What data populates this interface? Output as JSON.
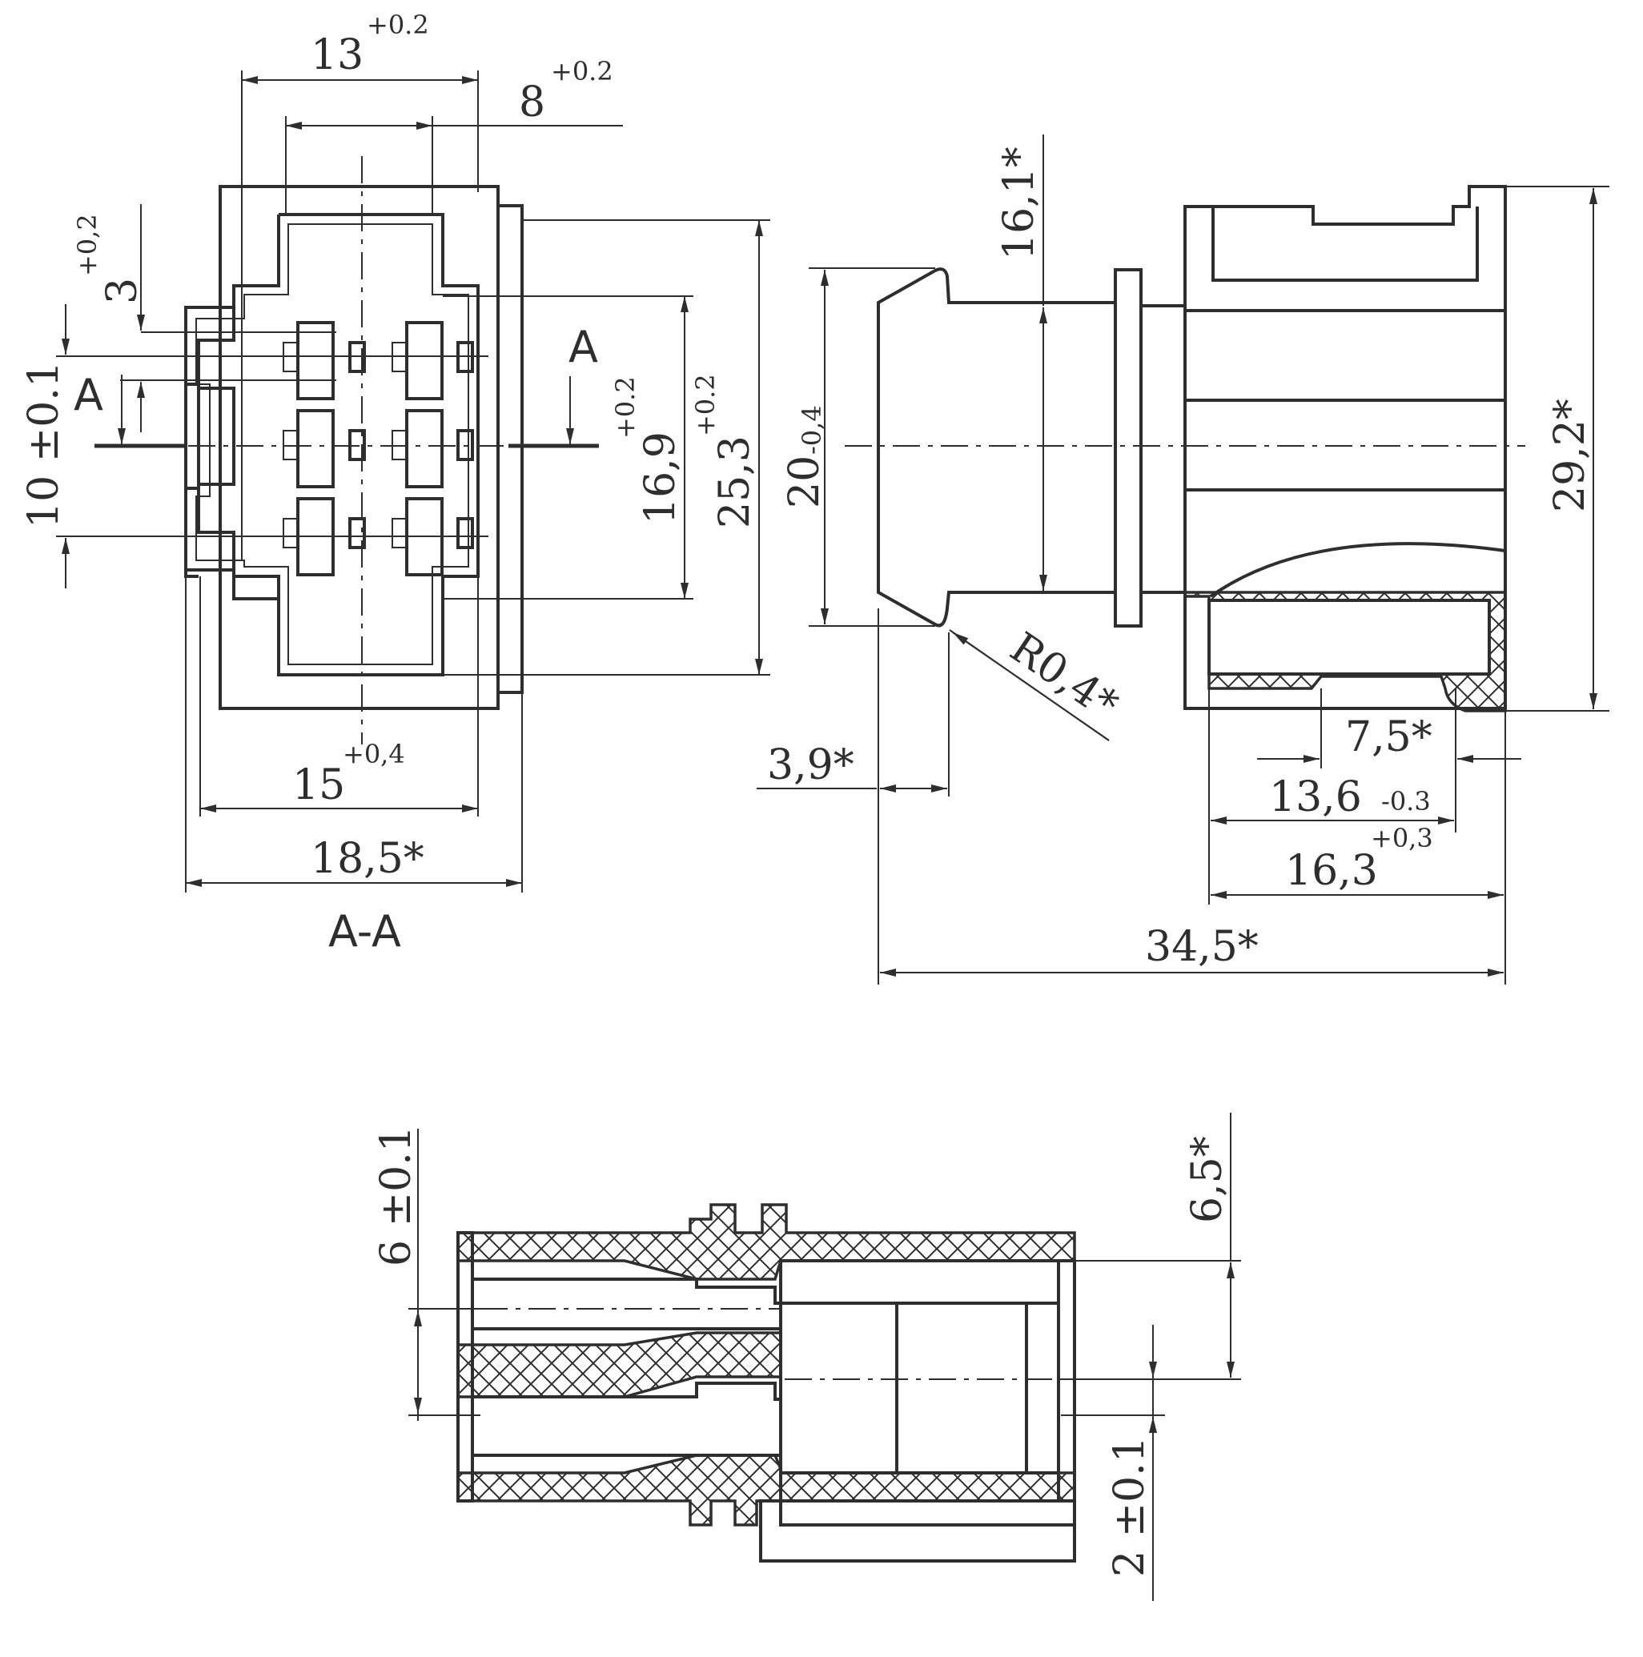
{
  "front_view": {
    "dim_width_13": "13",
    "tol_width_13": "+0.2",
    "dim_pitch_8": "8",
    "tol_pitch_8": "+0.2",
    "dim_slot_3": "3",
    "tol_slot_3": "+0,2",
    "dim_pitch_10": "10 ±0.1",
    "dim_height_16_9": "16,9",
    "tol_height_16_9": "+0.2",
    "dim_height_25_3": "25,3",
    "tol_height_25_3": "+0.2",
    "dim_width_15": "15",
    "tol_width_15": "+0,4",
    "dim_width_18_5": "18,5*",
    "section_label_left": "A",
    "section_label_right": "A",
    "section_caption": "A-A"
  },
  "side_view": {
    "dim_16_1": "16,1*",
    "dim_20": "20",
    "tol_20": "-0,4",
    "dim_29_2": "29,2*",
    "dim_radius": "R0,4*",
    "dim_3_9": "3,9*",
    "dim_7_5": "7,5*",
    "dim_13_6": "13,6",
    "tol_13_6": "-0.3",
    "dim_16_3": "16,3",
    "tol_16_3": "+0,3",
    "dim_34_5": "34,5*"
  },
  "bottom_view": {
    "dim_6": "6 ±0.1",
    "dim_6_5": "6,5*",
    "dim_2": "2 ±0.1"
  }
}
